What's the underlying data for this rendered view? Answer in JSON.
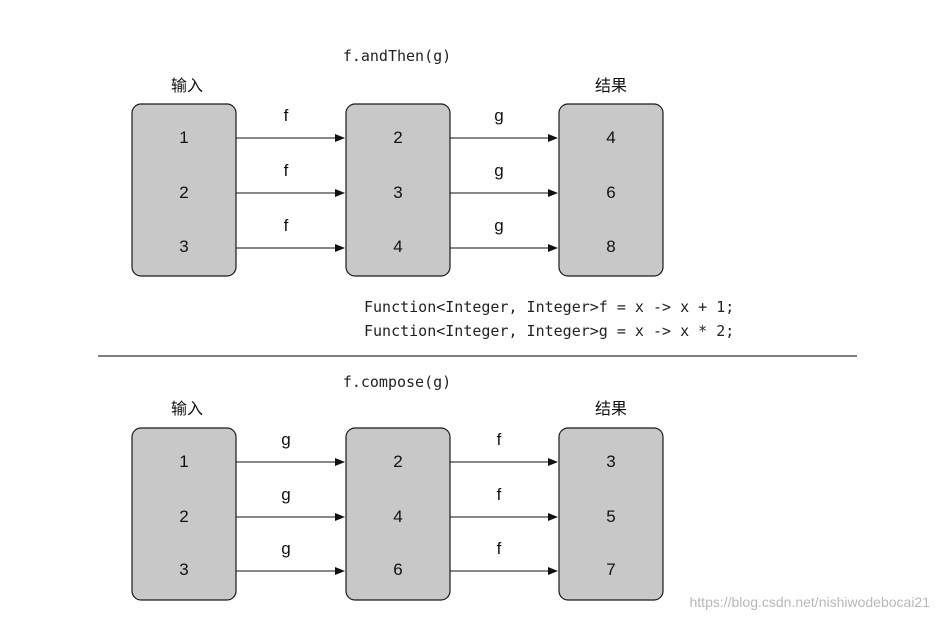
{
  "top": {
    "title": "f.andThen(g)",
    "input_label": "输入",
    "result_label": "结果",
    "inputs": [
      "1",
      "2",
      "3"
    ],
    "middle": [
      "2",
      "3",
      "4"
    ],
    "results": [
      "4",
      "6",
      "8"
    ],
    "first_fn": "f",
    "second_fn": "g"
  },
  "code": [
    "Function<Integer, Integer>f = x -> x + 1;",
    "Function<Integer, Integer>g = x -> x * 2;"
  ],
  "bottom": {
    "title": "f.compose(g)",
    "input_label": "输入",
    "result_label": "结果",
    "inputs": [
      "1",
      "2",
      "3"
    ],
    "middle": [
      "2",
      "4",
      "6"
    ],
    "results": [
      "3",
      "5",
      "7"
    ],
    "first_fn": "g",
    "second_fn": "f"
  },
  "watermark": "https://blog.csdn.net/nishiwodebocai21",
  "colors": {
    "box_fill": "#c8c8c8",
    "box_stroke": "#1a1a1a",
    "background": "#ffffff"
  }
}
